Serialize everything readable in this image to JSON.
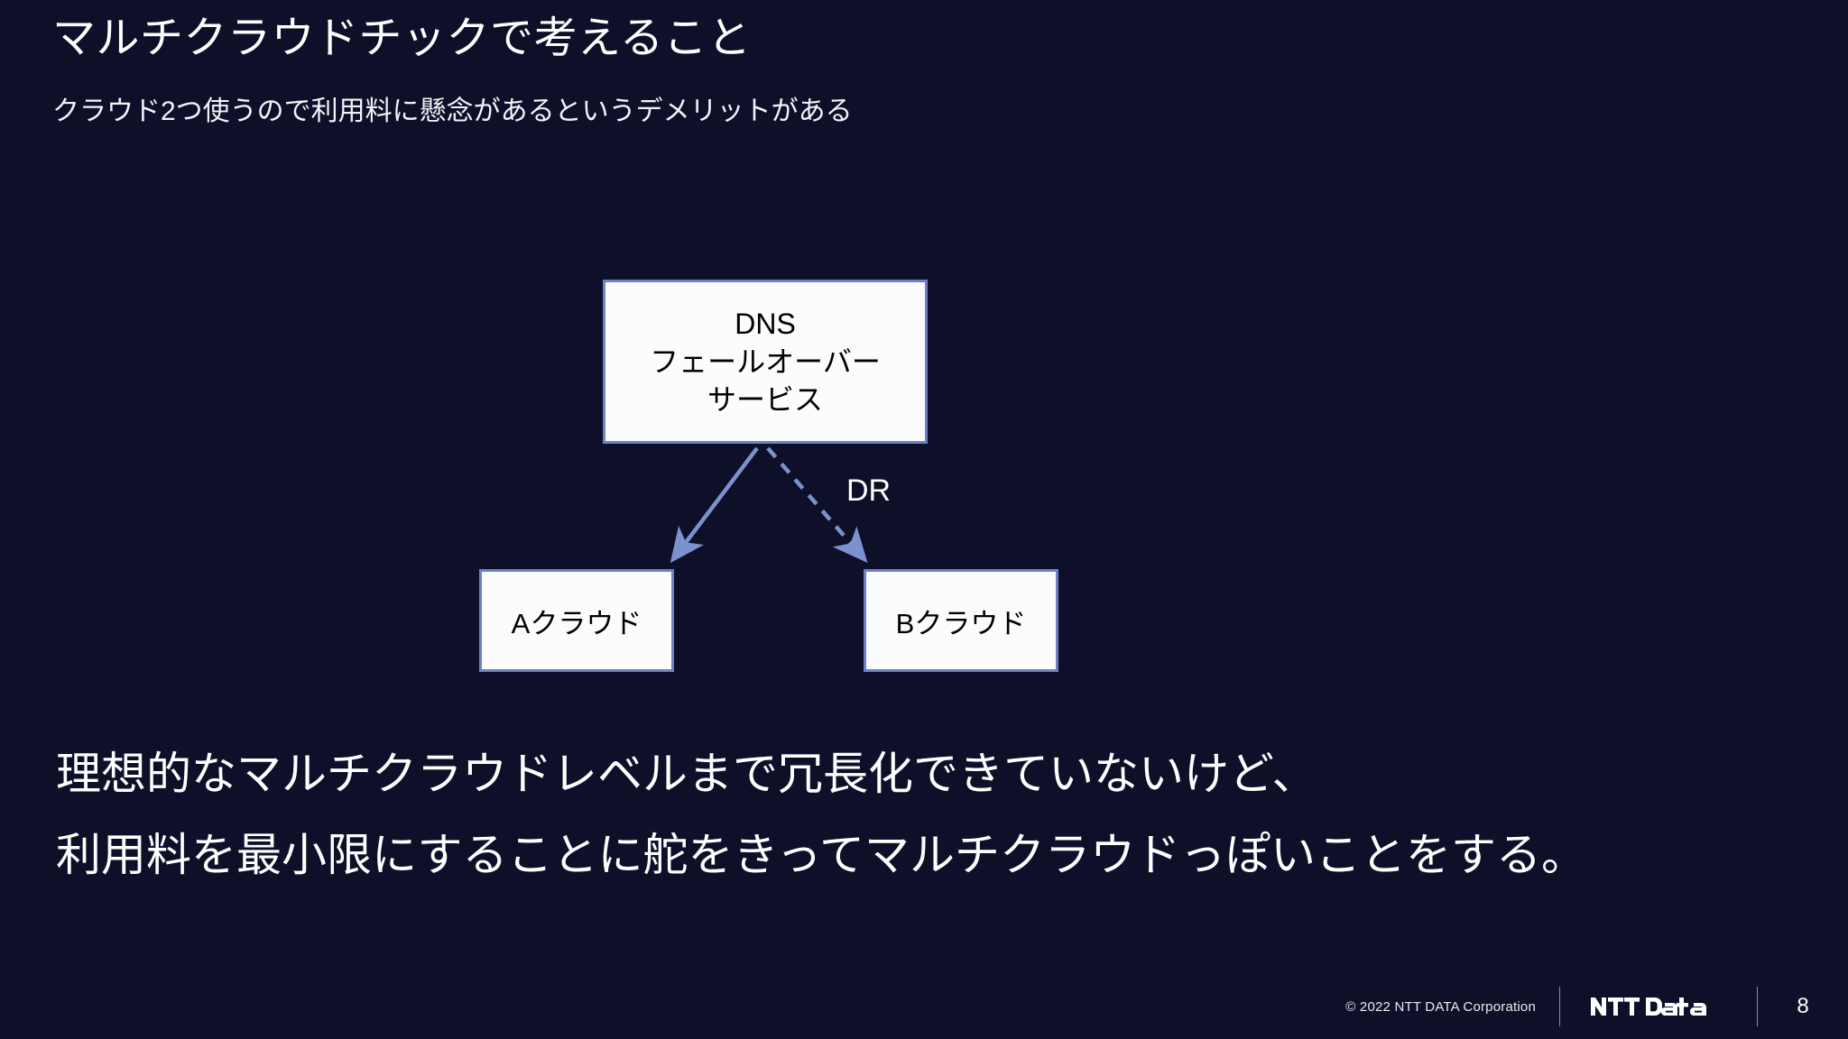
{
  "slide": {
    "background_color": "#0d1028",
    "title": "マルチクラウドチックで考えること",
    "subtitle": "クラウド2つ使うので利用料に懸念があるというデメリットがある"
  },
  "diagram": {
    "accent_color": "#6b83c4",
    "node_fill": "#fbfcfe",
    "nodes": {
      "dns": {
        "line1": "DNS",
        "line2": "フェールオーバー",
        "line3": "サービス"
      },
      "cloud_a": {
        "label": "Aクラウド"
      },
      "cloud_b": {
        "label": "Bクラウド"
      }
    },
    "edges": [
      {
        "from": "dns",
        "to": "cloud_a",
        "style": "solid",
        "label": ""
      },
      {
        "from": "dns",
        "to": "cloud_b",
        "style": "dashed",
        "label": "DR"
      }
    ],
    "edge_label": "DR"
  },
  "body": {
    "line1": "理想的なマルチクラウドレベルまで冗長化できていないけど、",
    "line2": "利用料を最小限にすることに舵をきってマルチクラウドっぽいことをする。"
  },
  "footer": {
    "copyright": "© 2022 NTT DATA Corporation",
    "logo_text": "NTT DaTa",
    "page_number": "8"
  }
}
